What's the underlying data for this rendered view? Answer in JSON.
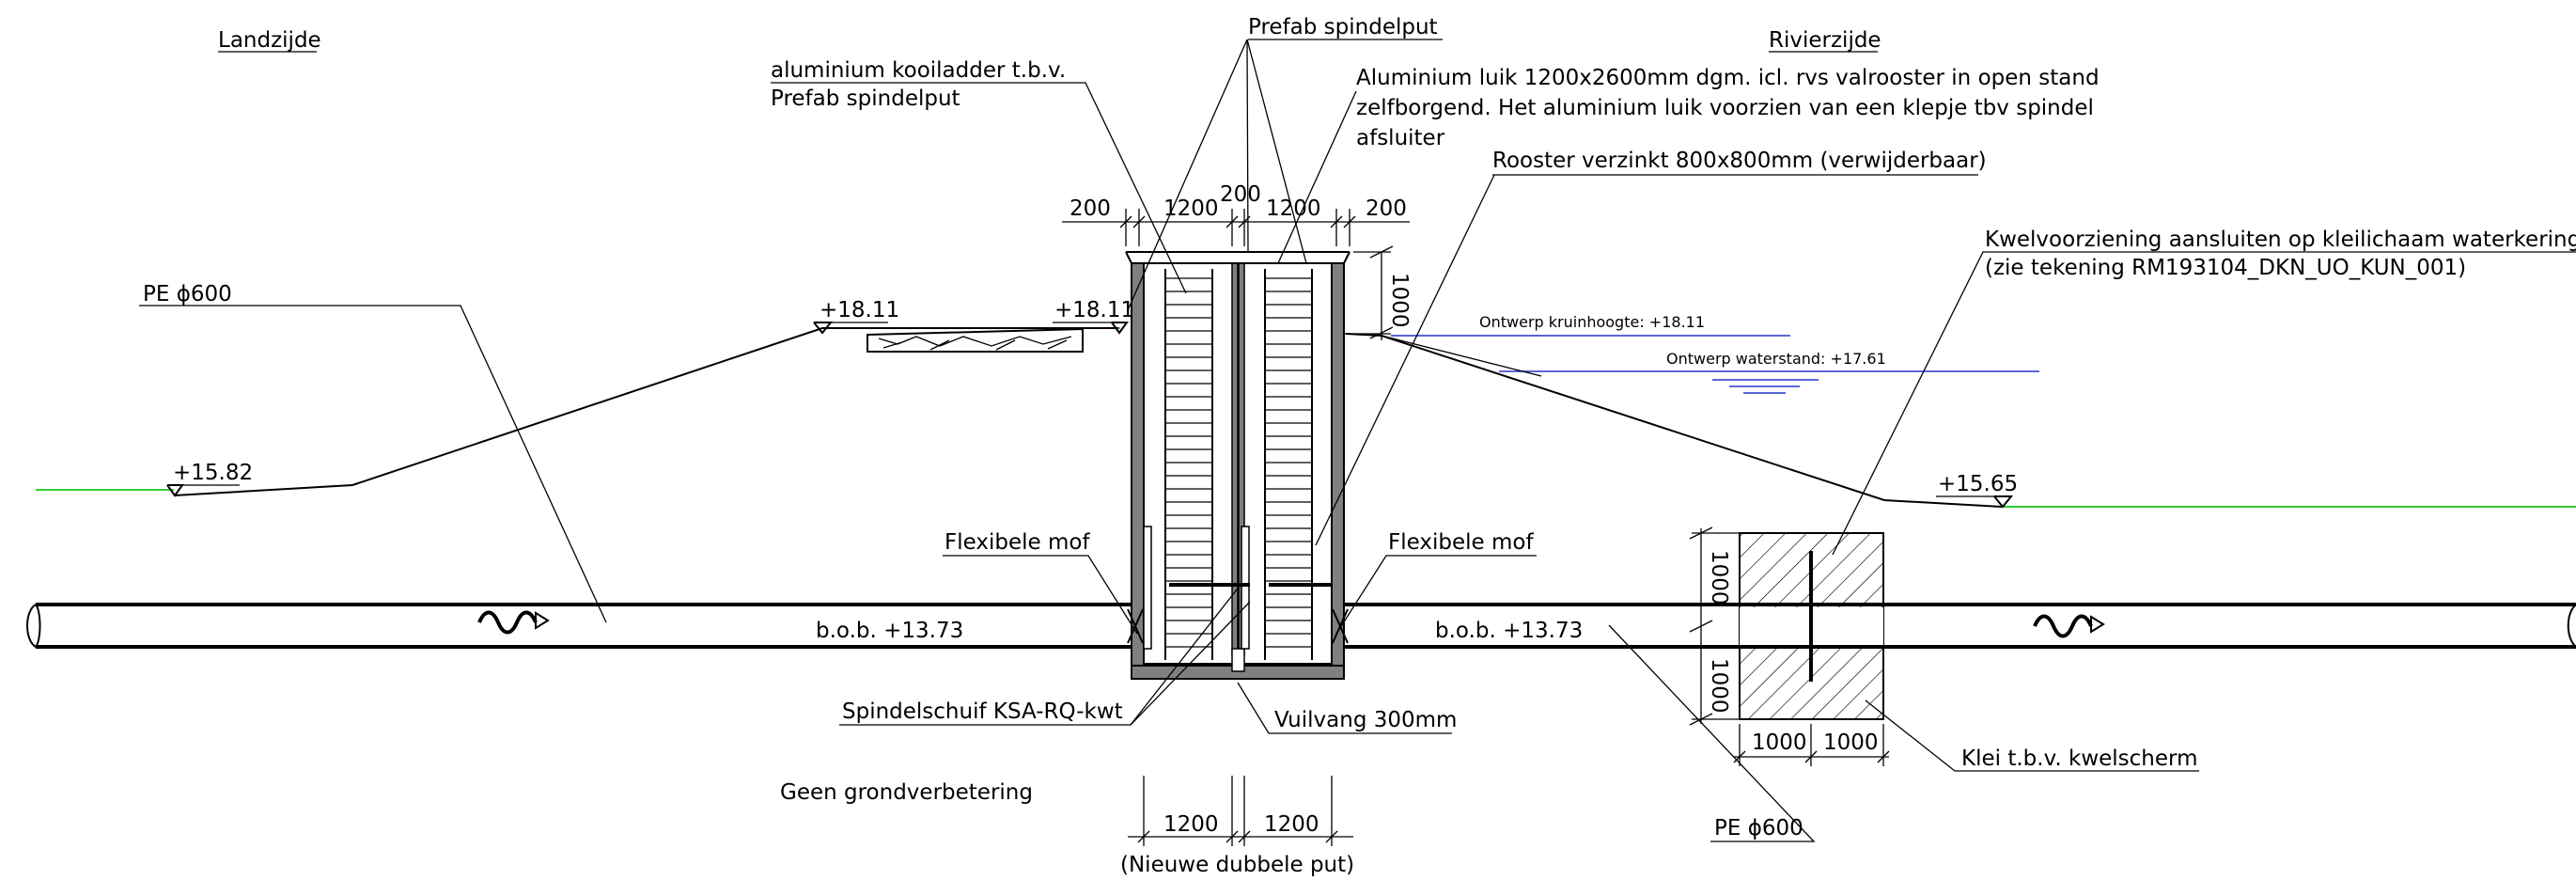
{
  "sides": {
    "left": "Landzijde",
    "right": "Rivierzijde"
  },
  "labels": {
    "pe_left": "PE ϕ600",
    "pe_right": "PE ϕ600",
    "ladder_1": "aluminium kooiladder t.b.v.",
    "ladder_2": "Prefab spindelput",
    "prefab": "Prefab spindelput",
    "luik_1": "Aluminium luik 1200x2600mm dgm. icl. rvs valrooster in open stand",
    "luik_2": "zelfborgend. Het aluminium luik voorzien van een klepje tbv  spindel",
    "luik_3": "afsluiter",
    "rooster": "Rooster verzinkt 800x800mm (verwijderbaar)",
    "kwel_1": "Kwelvoorziening aansluiten op kleilichaam waterkering",
    "kwel_2": "(zie tekening RM193104_DKN_UO_KUN_001)",
    "flex_left": "Flexibele mof",
    "flex_right": "Flexibele mof",
    "spindelschuif": "Spindelschuif KSA-RQ-kwt",
    "vuilvang": "Vuilvang 300mm",
    "geen": "Geen grondverbetering",
    "nieuwe": "(Nieuwe dubbele put)",
    "klei": "Klei t.b.v. kwelscherm",
    "bob_left": "b.o.b. +13.73",
    "bob_right": "b.o.b. +13.73",
    "ontwerp_kruin": "Ontwerp kruinhoogte: +18.11",
    "ontwerp_water": "Ontwerp waterstand: +17.61"
  },
  "levels": {
    "toe_left": "+15.82",
    "crest_1": "+18.11",
    "crest_2": "+18.11",
    "toe_right": "+15.65"
  },
  "dimensions": {
    "top_200_left": "200",
    "top_1200_left": "1200",
    "top_200_mid": "200",
    "top_1200_right": "1200",
    "top_200_right": "200",
    "dim_1000_top": "1000",
    "bottom_1200_left": "1200",
    "bottom_1200_right": "1200",
    "clay_1000_top": "1000",
    "clay_1000_bottom": "1000",
    "clay_1000_left": "1000",
    "clay_1000_right": "1000"
  },
  "colors": {
    "line": "#000000",
    "ground": "#33cc33",
    "design_level": "#2233cc",
    "wall": "#808080"
  }
}
